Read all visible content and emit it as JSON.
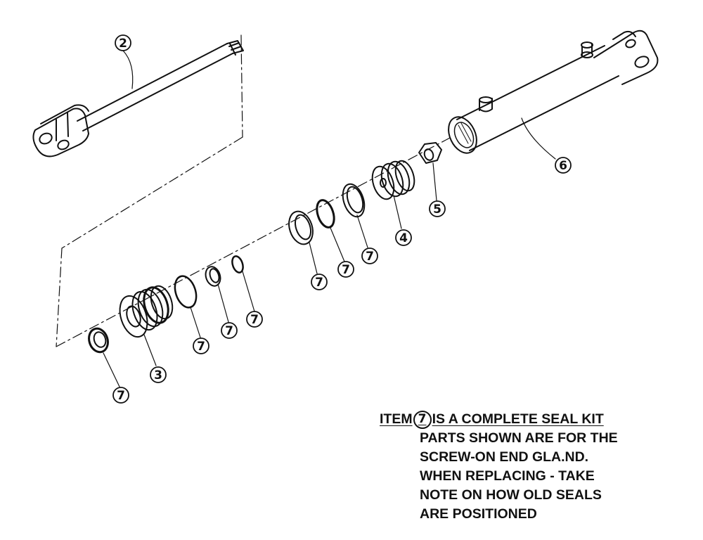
{
  "callouts": {
    "rod": "2",
    "gland": "3",
    "piston": "4",
    "nut": "5",
    "barrel": "6",
    "seal": "7"
  },
  "note": {
    "head_prefix": "ITEM",
    "head_item": "7",
    "head_suffix": "IS A COMPLETE SEAL KIT",
    "lines": [
      "PARTS SHOWN ARE FOR THE",
      "SCREW-ON END GLA.ND.",
      "WHEN REPLACING - TAKE",
      "NOTE ON HOW OLD SEALS",
      "ARE POSITIONED"
    ]
  }
}
